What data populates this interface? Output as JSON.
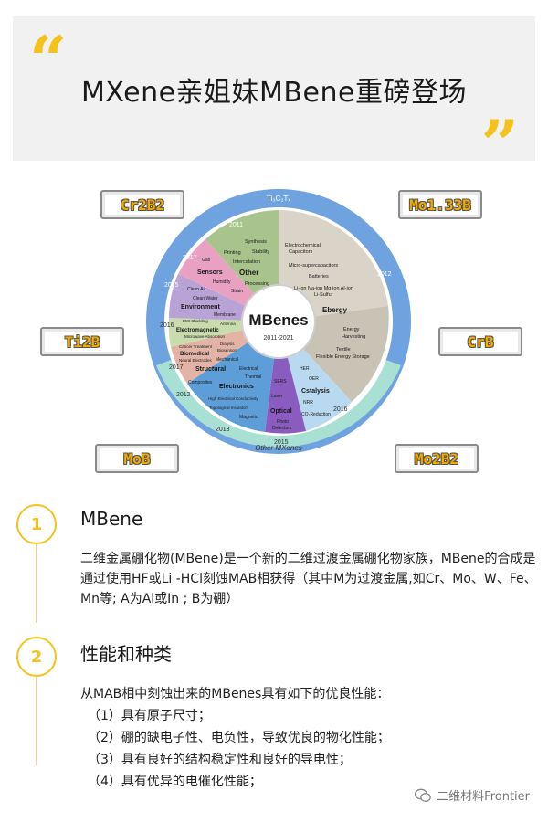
{
  "hero": {
    "title": "MXene亲姐妹MBene重磅登场"
  },
  "diagram": {
    "center_title": "MBenes",
    "center_years": "2011-2021",
    "top_label": "Ti₃C₂Tₓ",
    "bottom_label": "Other MXenes",
    "years": [
      "2011",
      "2012",
      "2016",
      "2015",
      "2013",
      "2012",
      "2017",
      "2016",
      "2015",
      "2017"
    ],
    "tags": [
      "Cr2B2",
      "Mo1.33B",
      "Ti2B",
      "CrB",
      "MoB",
      "Mo2B2"
    ],
    "segments": {
      "other": [
        "Synthesis",
        "Printing",
        "Stability",
        "Intercalation",
        "Other",
        "Processing"
      ],
      "energy": [
        "Electrochemical",
        "Capacitors",
        "Micro-supercapacitors",
        "Batteries",
        "Li-ion Na-ion Mg-ion Al-ion",
        "Li-Sulfur",
        "Ebergy",
        "Energy",
        "Harvesting",
        "Textile",
        "Flexible Energy Storage"
      ],
      "sensors": [
        "Gas",
        "Sensors",
        "Humidity",
        "Strain"
      ],
      "environment": [
        "Clean Air",
        "Clean Water",
        "Environment",
        "Membrane"
      ],
      "electromagnetic": [
        "EMI Shielding",
        "Antenna",
        "Electromagnetic",
        "Microwave Absorption"
      ],
      "biomedical": [
        "Cancer Treatment",
        "Biomedical",
        "Neural Electrodes",
        "Dialysis",
        "Biosensors"
      ],
      "structural": [
        "Mechanical",
        "Structural",
        "Composites"
      ],
      "electronics": [
        "Electrical",
        "Thermal",
        "Electronics",
        "High Electrical Conductivity",
        "Topological Insulators",
        "Magnetic"
      ],
      "optical": [
        "SERS",
        "Laser",
        "Optical",
        "Photo",
        "Detectors"
      ],
      "catalysis": [
        "HER",
        "OER",
        "Cstalysis",
        "NRR",
        "CO₂Reduction"
      ]
    }
  },
  "sections": [
    {
      "number": "1",
      "title": "MBene",
      "paragraph": "二维金属硼化物(MBene)是一个新的二维过渡金属硼化物家族，MBene的合成是通过使用HF或Li -HCl刻蚀MAB相获得（其中M为过渡金属,如Cr、Mo、W、Fe、Mn等; A为Al或In ; B为硼）"
    },
    {
      "number": "2",
      "title": "性能和种类",
      "intro": "从MAB相中刻蚀出来的MBenes具有如下的优良性能：",
      "items": [
        "（1）具有原子尺寸；",
        "（2）硼的缺电子性、电负性，导致优良的物化性能；",
        "（3）具有良好的结构稳定性和良好的导电性；",
        "（4）具有优异的电催化性能；"
      ]
    }
  ],
  "watermark": {
    "text": "二维材料Frontier",
    "icon": "wechat-icon"
  },
  "colors": {
    "accent": "#f5c21b",
    "ring_blue": "#6fa3e0",
    "ring_teal": "#a9e0d4"
  }
}
